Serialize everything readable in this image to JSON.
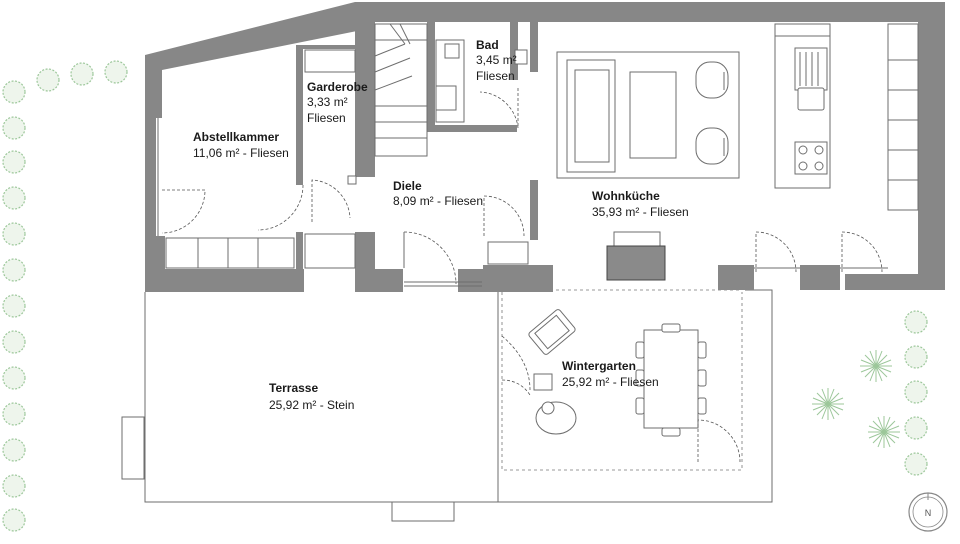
{
  "rooms": {
    "abstellkammer": {
      "name": "Abstellkammer",
      "area": "11,06 m² - Fliesen"
    },
    "garderobe": {
      "name": "Garderobe",
      "area": "3,33 m²",
      "floor": "Fliesen"
    },
    "bad": {
      "name": "Bad",
      "area": "3,45 m²",
      "floor": "Fliesen"
    },
    "diele": {
      "name": "Diele",
      "area": "8,09 m² - Fliesen"
    },
    "wohnkueche": {
      "name": "Wohnküche",
      "area": "35,93 m² - Fliesen"
    },
    "wintergarten": {
      "name": "Wintergarten",
      "area": "25,92 m² - Fliesen"
    },
    "terrasse": {
      "name": "Terrasse",
      "area": "25,92 m² - Stein"
    }
  },
  "compass": {
    "label": "N"
  },
  "colors": {
    "wall": "#878787",
    "line": "#6e6e6e",
    "plant": "#9cc79a"
  }
}
